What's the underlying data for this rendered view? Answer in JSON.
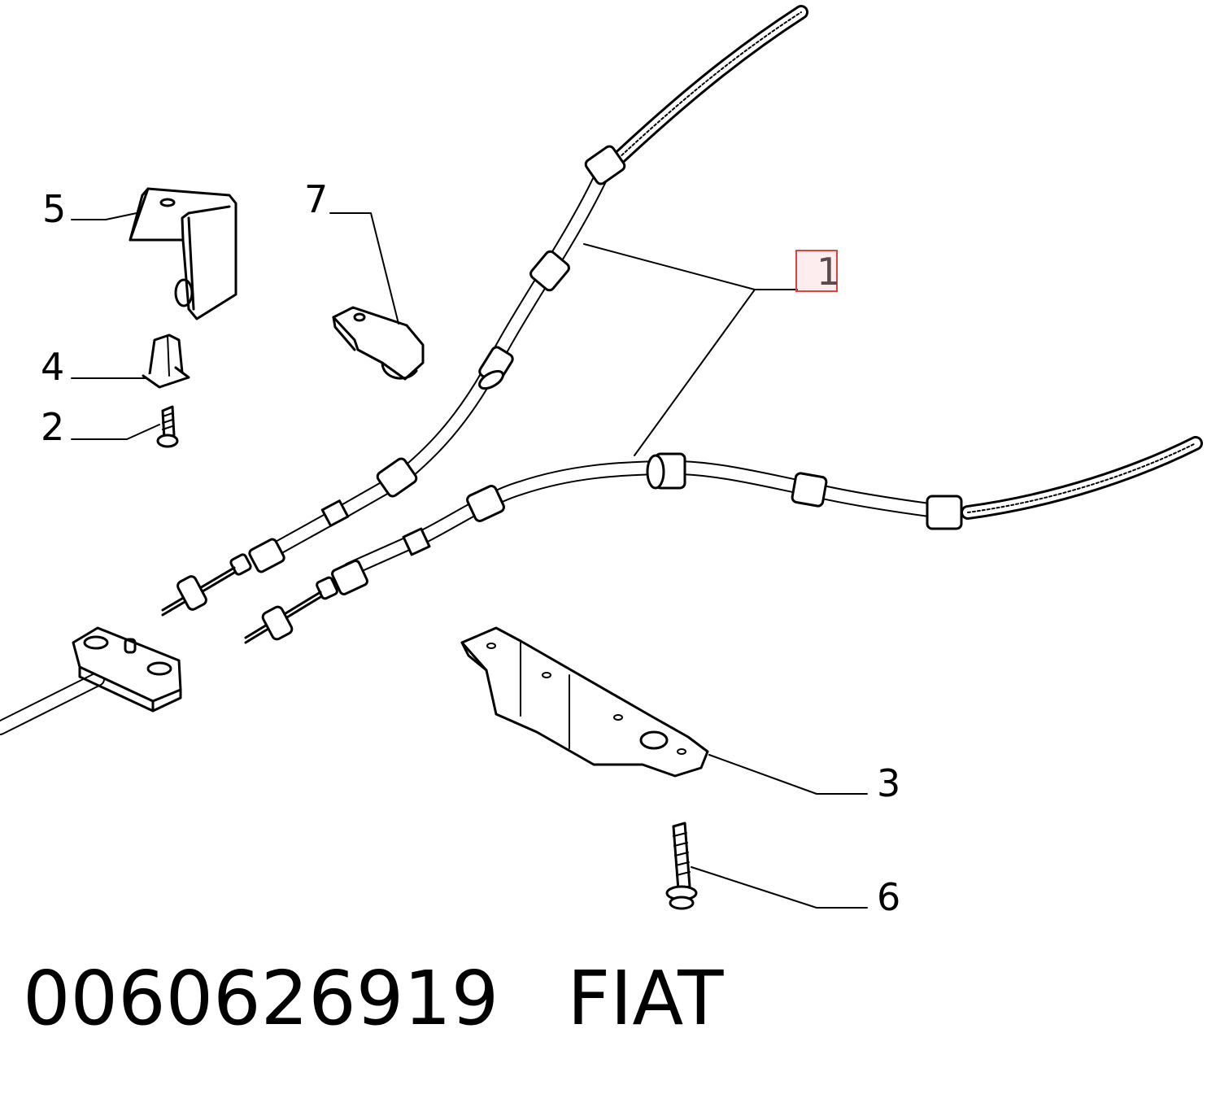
{
  "callouts": {
    "c1": "1",
    "c2": "2",
    "c3": "3",
    "c4": "4",
    "c5": "5",
    "c6": "6",
    "c7": "7"
  },
  "caption": {
    "part_number": "0060626919",
    "brand": "FIAT"
  },
  "colors": {
    "line": "#000000",
    "highlight_border": "#e0433f",
    "highlight_fill": "#fbe6e8"
  }
}
